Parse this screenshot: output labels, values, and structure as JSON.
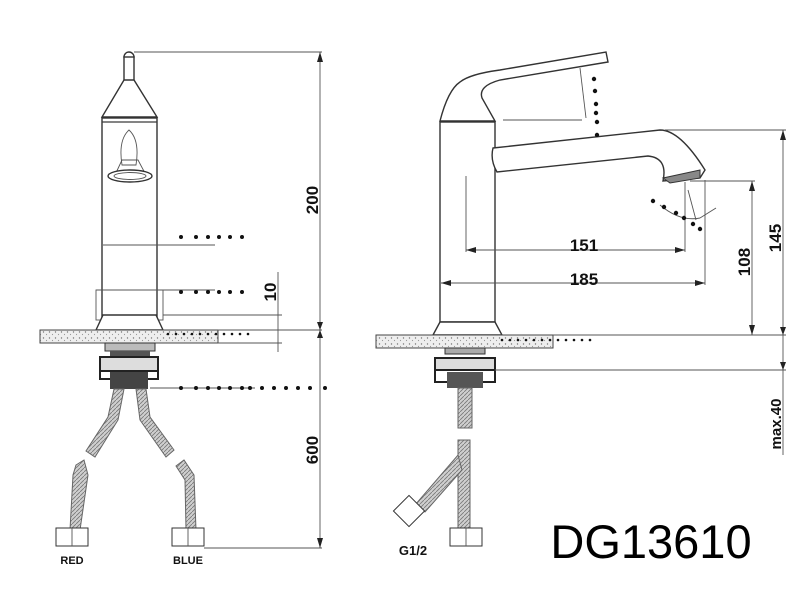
{
  "front_view": {
    "dim_height": "200",
    "dim_base": "10",
    "dim_hose": "600",
    "hose_labels": [
      "RED",
      "BLUE"
    ]
  },
  "side_view": {
    "dim_reach_inner": "151",
    "dim_reach_outer": "185",
    "dim_spout_height": "108",
    "dim_total_height": "145",
    "dim_deck": "max.40",
    "thread": "G1/2"
  },
  "model": "DG13610"
}
